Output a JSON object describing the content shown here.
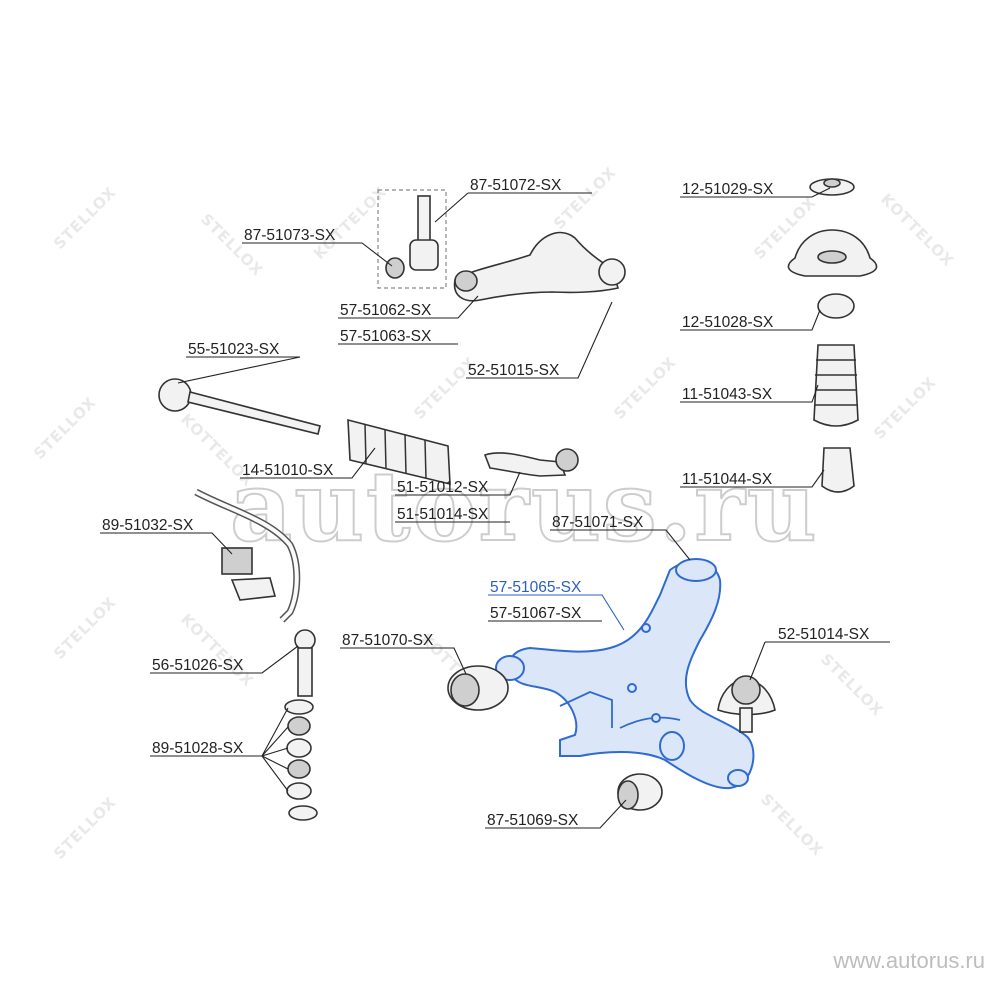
{
  "diagram": {
    "labels": {
      "p87_51072": "87-51072-SX",
      "p87_51073": "87-51073-SX",
      "p57_51062": "57-51062-SX",
      "p57_51063": "57-51063-SX",
      "p52_51015": "52-51015-SX",
      "p55_51023": "55-51023-SX",
      "p14_51010": "14-51010-SX",
      "p51_51012": "51-51012-SX",
      "p51_51014": "51-51014-SX",
      "p12_51029": "12-51029-SX",
      "p12_51028": "12-51028-SX",
      "p11_51043": "11-51043-SX",
      "p11_51044": "11-51044-SX",
      "p87_51071": "87-51071-SX",
      "p57_51065": "57-51065-SX",
      "p57_51067": "57-51067-SX",
      "p89_51032": "89-51032-SX",
      "p56_51026": "56-51026-SX",
      "p87_51070": "87-51070-SX",
      "p52_51014": "52-51014-SX",
      "p89_51028": "89-51028-SX",
      "p87_51069": "87-51069-SX"
    },
    "highlight_color": "#2f6bd0"
  },
  "watermark": {
    "big_text": "autorus.ru",
    "site_text": "www.autorus.ru",
    "brand_a": "STELLOX",
    "brand_b": "KOTTELOX"
  }
}
